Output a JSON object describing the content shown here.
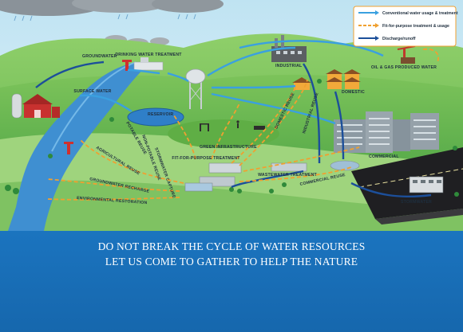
{
  "legend": {
    "items": [
      {
        "label": "Conventional water usage & treatment",
        "color": "#3aa0e0"
      },
      {
        "label": "Fit-for-purpose treatment & usage",
        "color": "#f0a030"
      },
      {
        "label": "Discharge/runoff",
        "color": "#1c4f9a"
      }
    ]
  },
  "labels": {
    "groundwater": "GROUNDWATER",
    "drinking_water_treatment": "DRINKING WATER TREATMENT",
    "surface_water": "SURFACE WATER",
    "reservoir": "RESERVOIR",
    "industrial": "INDUSTRIAL",
    "oil_gas": "OIL & GAS PRODUCED WATER",
    "domestic": "DOMESTIC",
    "green_infrastructure": "GREEN INFRASTRUCTURE",
    "fit_for_purpose_treatment": "FIT-FOR-PURPOSE TREATMENT",
    "commercial": "COMMERCIAL",
    "wastewater_treatment": "WASTEWATER TREATMENT",
    "stormwater": "STORMWATER"
  },
  "paths": {
    "agricultural_reuse": "AGRICULTURAL REUSE",
    "groundwater_recharge": "GROUNDWATER RECHARGE",
    "environmental_restoration": "ENVIRONMENTAL RESTORATION",
    "potable_reuse": "POTABLE REUSE",
    "domestic_reuse": "DOMESTIC REUSE",
    "industrial_reuse": "INDUSTRIAL REUSE",
    "commercial_reuse": "COMMERCIAL REUSE",
    "stormwater_capture": "STORMWATER CAPTURE",
    "nonpotable_reuse": "NON-POTABLE REUSE"
  },
  "caption": {
    "line1": "DO NOT BREAK THE CYCLE OF WATER RESOURCES",
    "line2": "LET US COME TO GATHER TO HELP THE NATURE"
  }
}
